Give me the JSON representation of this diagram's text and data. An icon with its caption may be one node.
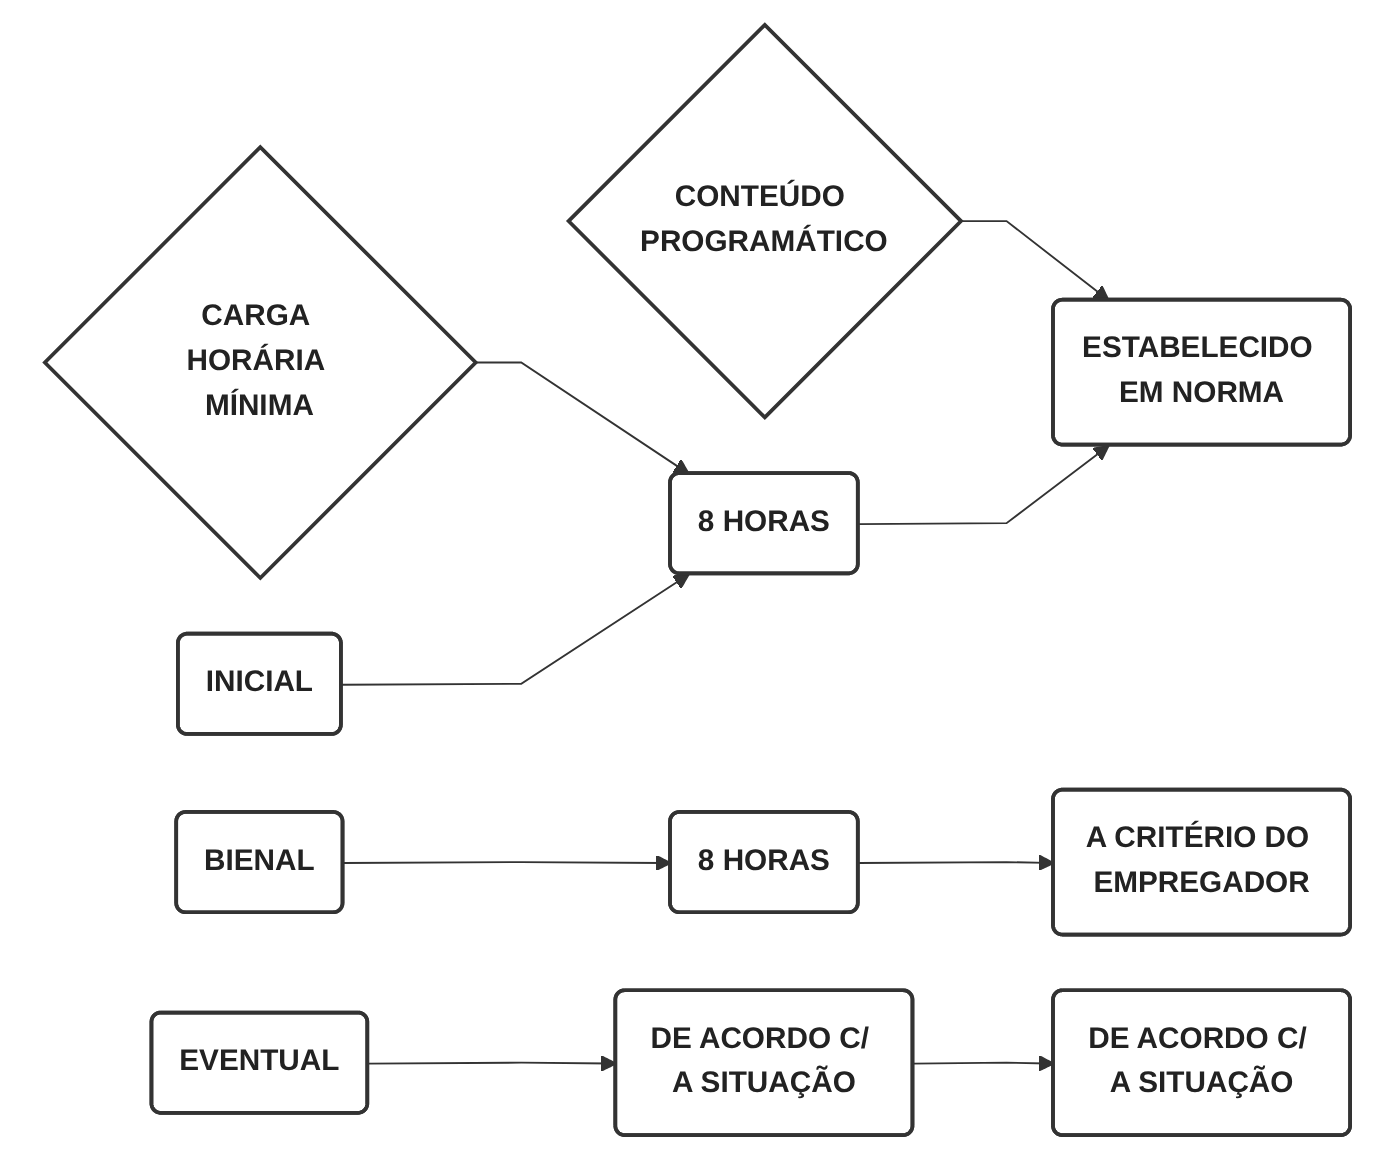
{
  "diagram": {
    "nodes": [
      {
        "text": [
          "CARGA HORÁRIA MÍNIMA"
        ]
      },
      {
        "text": [
          "CONTEÚDO PROGRAMÁTICO"
        ]
      },
      {
        "text": [
          "INICIAL"
        ]
      },
      {
        "text": [
          "8 HORAS"
        ]
      },
      {
        "text": [
          "ESTABELECIDO EM NORMA"
        ]
      },
      {
        "text": [
          "BIENAL"
        ]
      },
      {
        "text": [
          "8 HORAS"
        ]
      },
      {
        "text": [
          "A CRITÉRIO DO EMPREGADOR"
        ]
      },
      {
        "text": [
          "EVENTUAL"
        ]
      },
      {
        "text": [
          "DE ACORDO C/ A SITUAÇÃO"
        ]
      },
      {
        "text": [
          "DE ACORDO C/ A SITUAÇÃO"
        ]
      }
    ],
    "edges": [
      {
        "from": 0,
        "to": 3,
        "arrow": "to"
      },
      {
        "from": 1,
        "to": 4,
        "arrow": "to"
      },
      {
        "from": 2,
        "to": 3,
        "arrow": "to"
      },
      {
        "from": 3,
        "to": 4,
        "arrow": "to"
      },
      {
        "from": 5,
        "to": 6,
        "arrow": "to"
      },
      {
        "from": 6,
        "to": 7,
        "arrow": "to"
      },
      {
        "from": 8,
        "to": 9,
        "arrow": "to"
      },
      {
        "from": 9,
        "to": 10,
        "arrow": "to"
      }
    ]
  }
}
